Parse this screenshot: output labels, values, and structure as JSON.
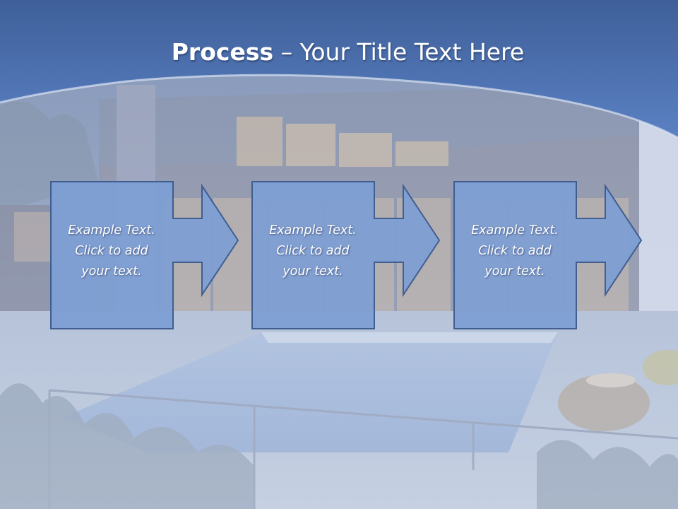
{
  "slide": {
    "title_bold": "Process",
    "title_rest": " – Your Title Text Here",
    "colors": {
      "header": "#4f74b3",
      "box_fill": "#7f9fd3",
      "box_stroke": "#3c5b8e",
      "text": "#ffffff"
    }
  },
  "steps": [
    {
      "line1": "Example Text.",
      "line2": "Click  to add",
      "line3": "your text."
    },
    {
      "line1": "Example Text.",
      "line2": "Click  to add",
      "line3": "your text."
    },
    {
      "line1": "Example Text.",
      "line2": "Click  to add",
      "line3": "your text."
    }
  ],
  "background": {
    "image_icon": "house-pool-photo-icon"
  }
}
